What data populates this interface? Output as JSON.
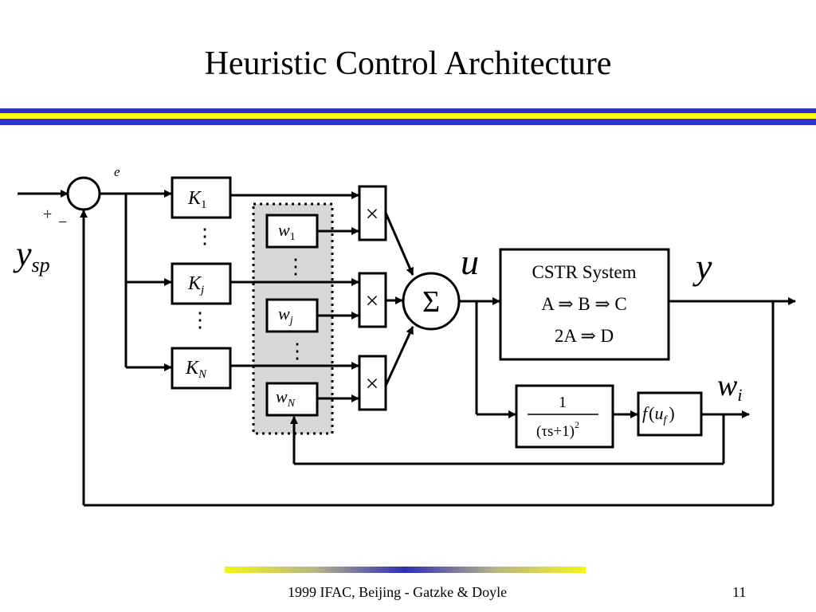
{
  "title": "Heuristic Control Architecture",
  "footer": {
    "text": "1999 IFAC, Beijing - Gatzke & Doyle",
    "page": "11"
  },
  "colors": {
    "band_blue": "#2e33c8",
    "band_yellow": "#ffff1a",
    "shaded_region": "#d8d8d8"
  },
  "diagram": {
    "setpoint": {
      "base": "y",
      "subscript": "sp"
    },
    "error": "e",
    "sign_plus": "+",
    "sign_minus": "−",
    "gains": [
      {
        "base": "K",
        "subscript": "1"
      },
      {
        "base": "K",
        "subscript": "j"
      },
      {
        "base": "K",
        "subscript": "N"
      }
    ],
    "weights": [
      {
        "base": "w",
        "subscript": "1"
      },
      {
        "base": "w",
        "subscript": "j"
      },
      {
        "base": "w",
        "subscript": "N"
      }
    ],
    "ellipsis": "⋮",
    "multiply": "×",
    "sum": "Σ",
    "control": "u",
    "output": "y",
    "plant": {
      "line1": "CSTR System",
      "line2": "A ⇒ B ⇒ C",
      "line3": "2A ⇒ D"
    },
    "filter": {
      "numerator": "1",
      "denominator": "(τs+1)",
      "power": "2"
    },
    "nonlinearity": {
      "f": "f",
      "open": "(",
      "u": "u",
      "sub": "f",
      "close": ")"
    },
    "scheduling": {
      "base": "w",
      "subscript": "i"
    }
  }
}
